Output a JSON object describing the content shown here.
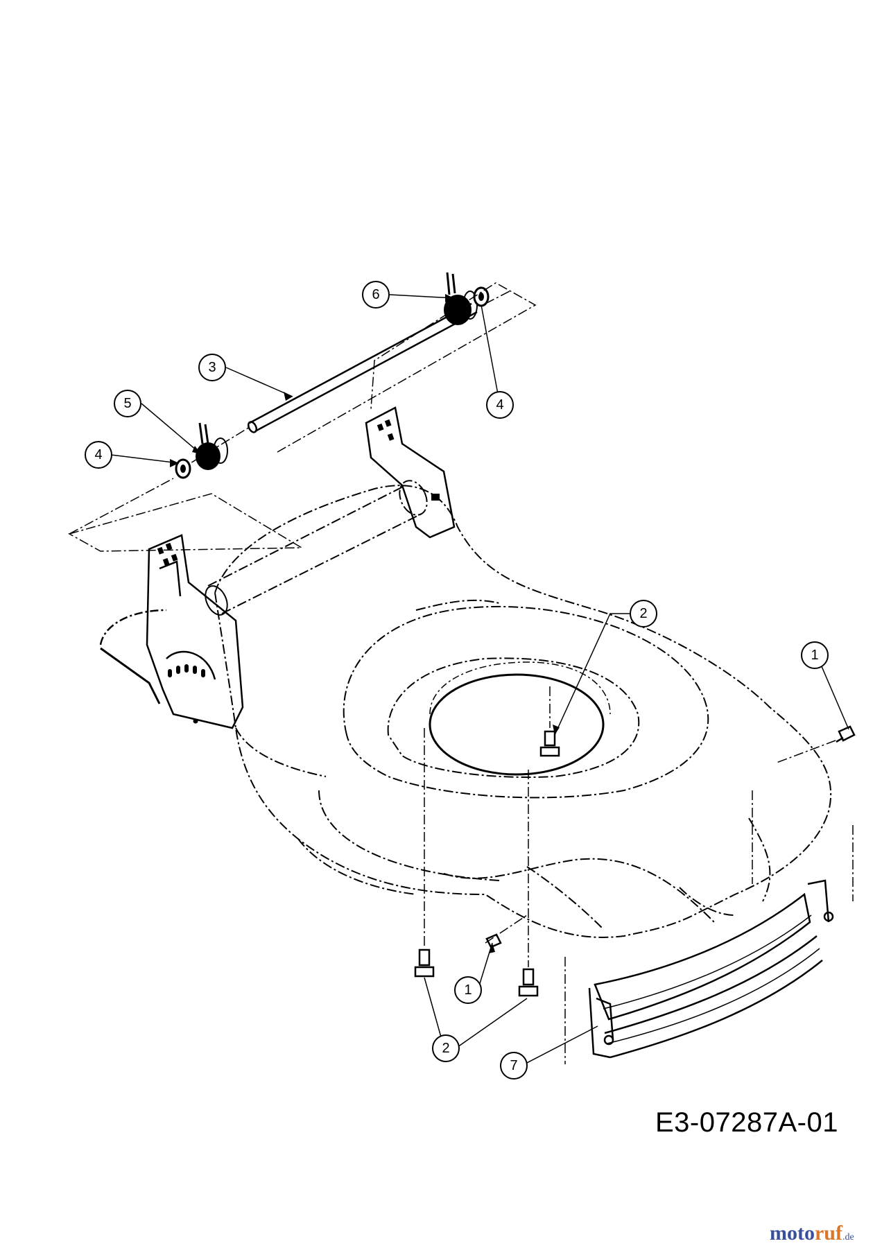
{
  "callouts": [
    {
      "id": "callout-6",
      "label": "6"
    },
    {
      "id": "callout-3",
      "label": "3"
    },
    {
      "id": "callout-5",
      "label": "5"
    },
    {
      "id": "callout-4-left",
      "label": "4"
    },
    {
      "id": "callout-4-right",
      "label": "4"
    },
    {
      "id": "callout-2-top",
      "label": "2"
    },
    {
      "id": "callout-1-right",
      "label": "1"
    },
    {
      "id": "callout-1-bottom",
      "label": "1"
    },
    {
      "id": "callout-2-bottom",
      "label": "2"
    },
    {
      "id": "callout-7",
      "label": "7"
    }
  ],
  "drawing_code": "E3-07287A-01",
  "watermark": {
    "part1": "moto",
    "part2": "ruf",
    "part3": ".de"
  },
  "colors": {
    "line": "#000000",
    "background": "#ffffff",
    "brand_blue": "#3a4f9a",
    "brand_orange": "#d8762a"
  }
}
